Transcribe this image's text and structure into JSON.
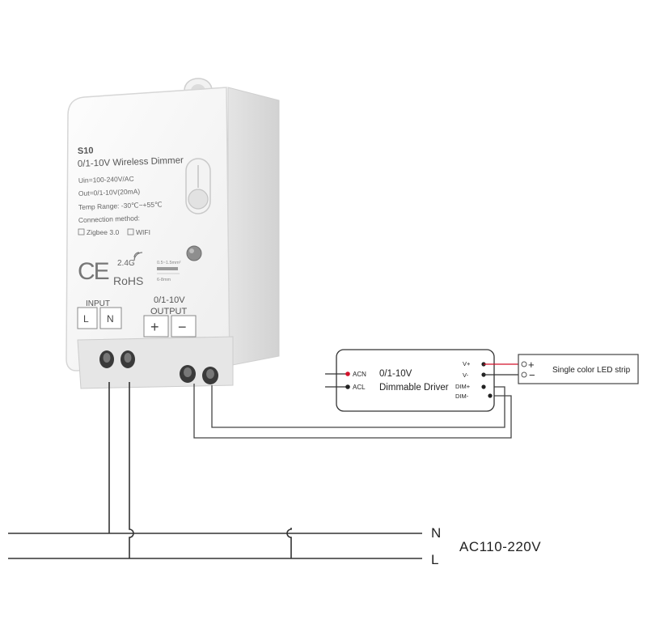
{
  "device": {
    "model": "S10",
    "title": "0/1-10V Wireless Dimmer",
    "spec_input": "Uin=100-240V/AC",
    "spec_output": "Out=0/1-10V(20mA)",
    "spec_temp": "Temp Range: -30℃~+55℃",
    "connection_label": "Connection method:",
    "option_zigbee": "Zigbee 3.0",
    "option_wifi": "WIFI",
    "ce_mark": "CE",
    "band_label": "2.4G",
    "rohs_label": "RoHS",
    "strip_gauge": "0.5~1.5mm²",
    "strip_length": "6-8mm",
    "input_label": "INPUT",
    "input_l": "L",
    "input_n": "N",
    "output_label_1": "0/1-10V",
    "output_label_2": "OUTPUT",
    "output_plus": "+",
    "output_minus": "−"
  },
  "driver": {
    "name_line1": "0/1-10V",
    "name_line2": "Dimmable Driver",
    "acn": "ACN",
    "acl": "ACL",
    "v_plus": "V+",
    "v_minus": "V-",
    "dim_plus": "DIM+",
    "dim_minus": "DIM-",
    "accent_red": "#d4122a"
  },
  "led_strip": {
    "label": "Single color LED strip",
    "plus": "+",
    "minus": "−"
  },
  "mains": {
    "n": "N",
    "l": "L",
    "voltage": "AC110-220V"
  }
}
